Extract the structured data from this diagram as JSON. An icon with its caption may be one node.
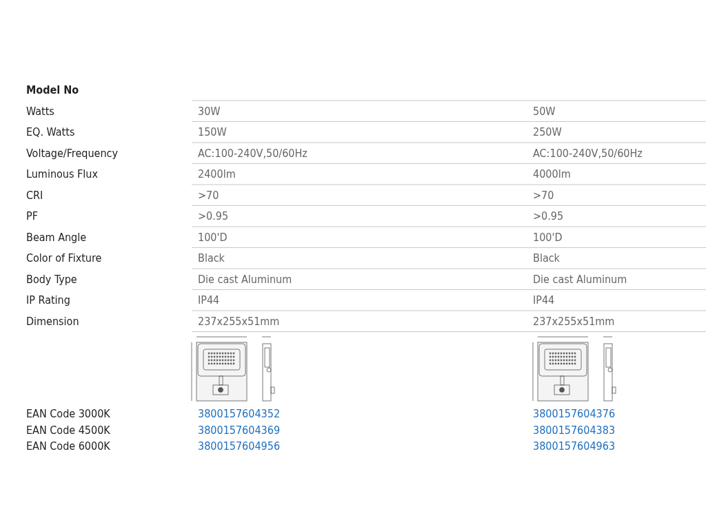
{
  "diagram": {
    "labels": [
      "Model No",
      "Watts",
      "30W",
      "50W",
      "EQ. Watts",
      "150W",
      "250W",
      "Voltage/Frequency",
      "AC:100-240V,50/60Hz",
      "AC:100-240V,50/60Hz",
      "Luminous Flux",
      "2400lm",
      "4000lm",
      "CRI",
      ">70",
      ">70",
      "PF",
      ">0.95",
      ">0.95",
      "Beam Angle",
      "100'D",
      "100'D",
      "Color of Fixture",
      "Black",
      "Black",
      "Body Type",
      "Die cast Aluminum",
      "Die cast Aluminum",
      "IP Rating",
      "IP44",
      "IP44",
      "Dimension",
      "237x255x51mm",
      "237x255x51mm",
      "EAN Code 3000K",
      "3800157604352",
      "3800157604376",
      "EAN Code 4500K",
      "3800157604369",
      "3800157604383",
      "EAN Code 6000K",
      "3800157604956",
      "3800157604963"
    ]
  }
}
